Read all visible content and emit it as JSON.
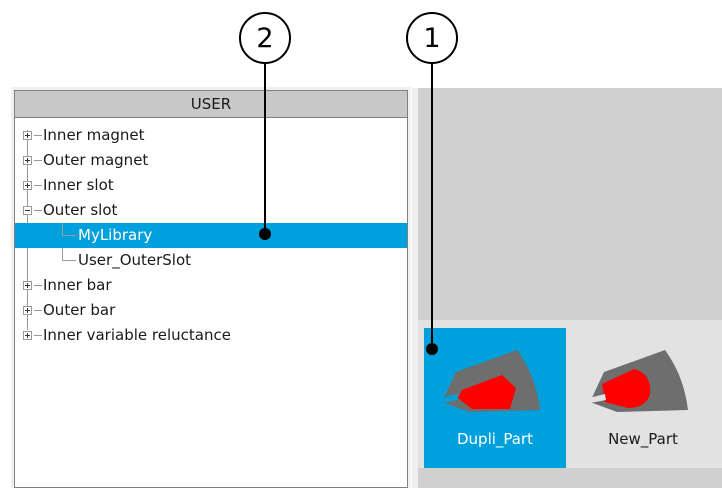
{
  "tree": {
    "header": "USER",
    "items": [
      {
        "label": "Inner magnet",
        "level": 0,
        "state": "collapsed",
        "selected": false
      },
      {
        "label": "Outer magnet",
        "level": 0,
        "state": "collapsed",
        "selected": false
      },
      {
        "label": "Inner slot",
        "level": 0,
        "state": "collapsed",
        "selected": false
      },
      {
        "label": "Outer slot",
        "level": 0,
        "state": "expanded",
        "selected": false
      },
      {
        "label": "MyLibrary",
        "level": 1,
        "state": "leaf",
        "selected": true
      },
      {
        "label": "User_OuterSlot",
        "level": 1,
        "state": "leaf",
        "selected": false
      },
      {
        "label": "Inner bar",
        "level": 0,
        "state": "collapsed",
        "selected": false
      },
      {
        "label": "Outer bar",
        "level": 0,
        "state": "collapsed",
        "selected": false
      },
      {
        "label": "Inner variable reluctance",
        "level": 0,
        "state": "collapsed",
        "selected": false
      }
    ]
  },
  "gallery": {
    "tiles": [
      {
        "caption": "Dupli_Part",
        "selected": true
      },
      {
        "caption": "New_Part",
        "selected": false
      }
    ]
  },
  "callouts": [
    {
      "number": "1",
      "target": "gallery-tile-dupli-part"
    },
    {
      "number": "2",
      "target": "tree-item-mylibrary"
    }
  ],
  "colors": {
    "selection": "#00a0dc",
    "header_band": "#c8c8c8",
    "panel_background": "#d0d0d0",
    "strip_background": "#e2e2e2",
    "part_body": "#6e6e6e",
    "part_magnet": "#ff0000"
  }
}
